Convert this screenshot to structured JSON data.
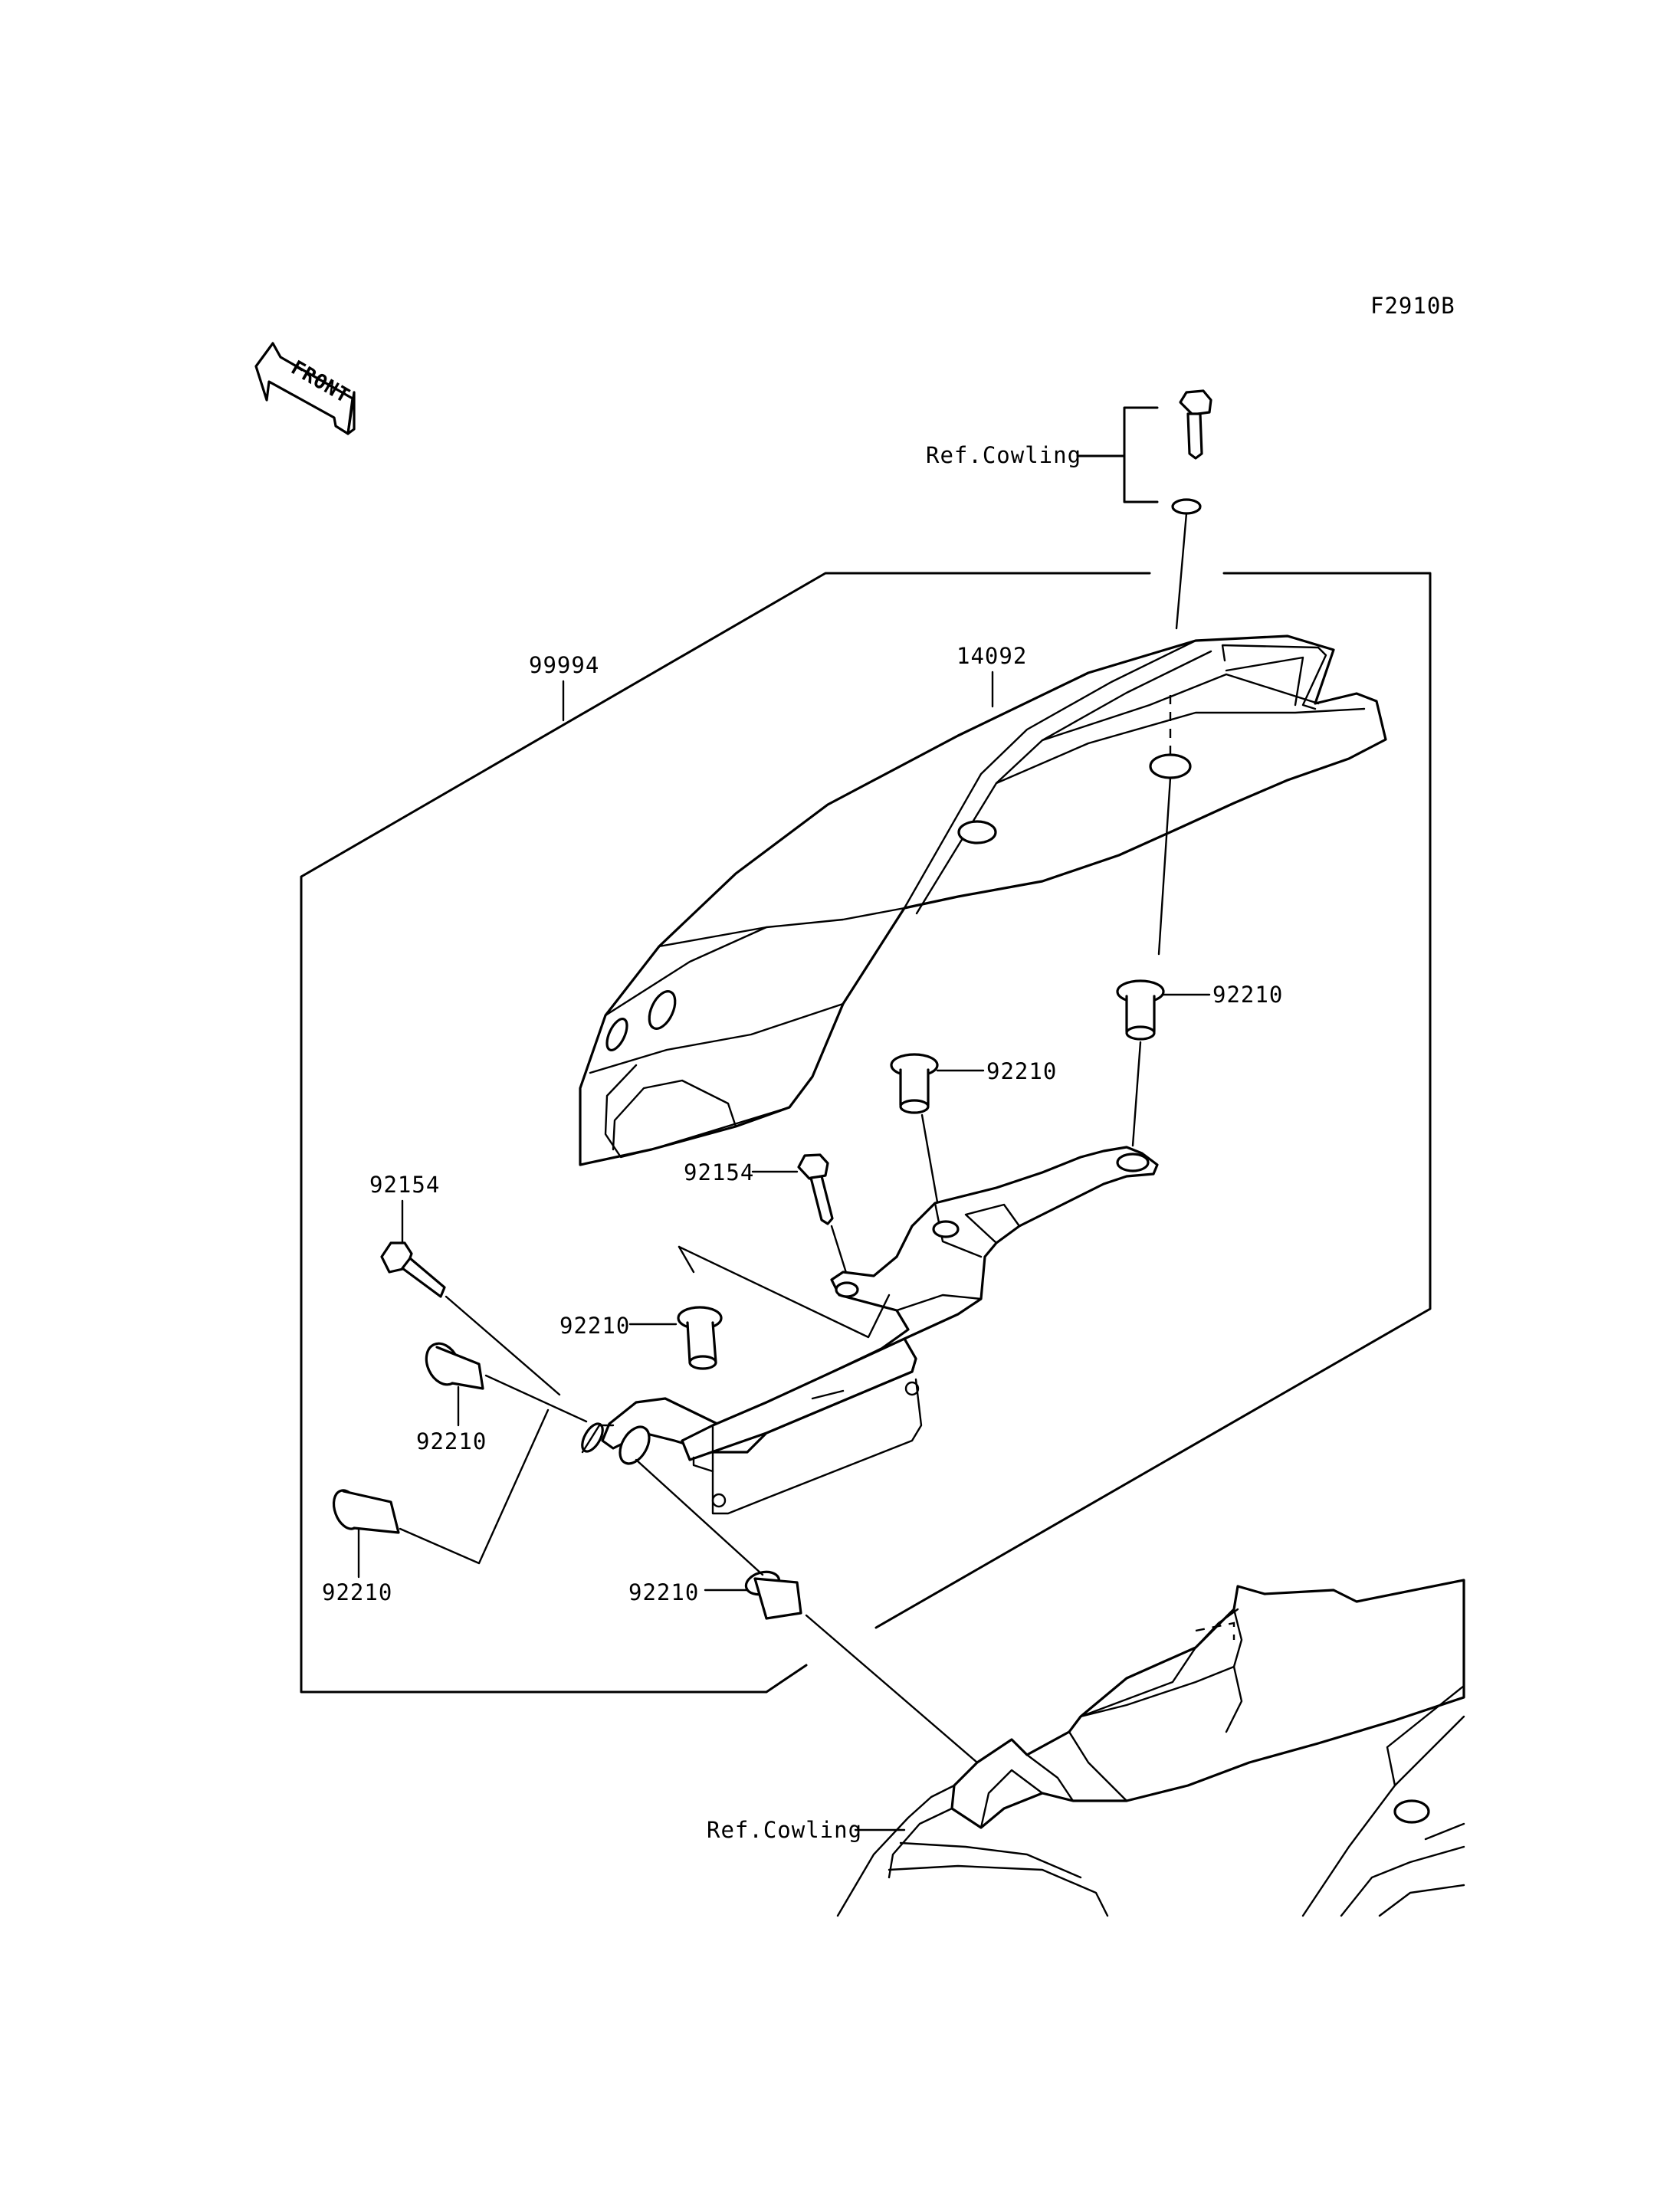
{
  "figure_code": "F2910B",
  "front_arrow_label": "FRONT",
  "ref_labels": {
    "top": "Ref.Cowling",
    "bottom": "Ref.Cowling"
  },
  "part_numbers": {
    "kit": "99994",
    "cover": "14092",
    "grommet_a": "92210",
    "grommet_b": "92210",
    "bolt_center": "92154",
    "bolt_left": "92154",
    "grommet_c": "92210",
    "grommet_d": "92210",
    "grommet_e": "92210",
    "grommet_f": "92210"
  }
}
